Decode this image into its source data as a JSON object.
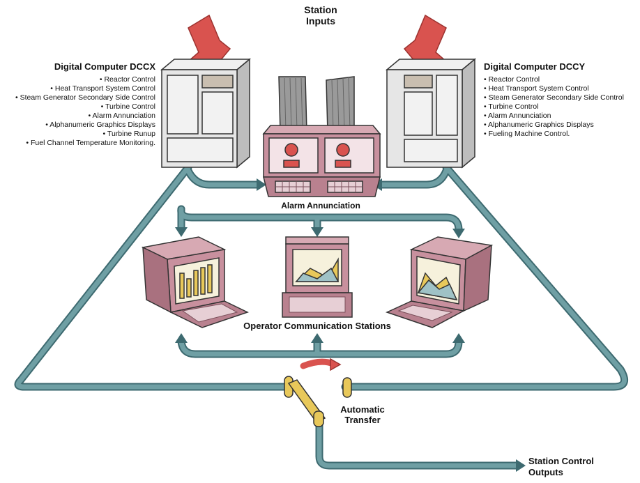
{
  "station_inputs": "Station\nInputs",
  "dccx": {
    "title": "Digital Computer DCCX",
    "items": [
      "• Reactor Control",
      "• Heat Transport  System Control",
      "• Steam Generator Secondary Side Control",
      "• Turbine Control",
      "• Alarm Annunciation",
      "• Alphanumeric Graphics Displays",
      "• Turbine Runup",
      "• Fuel Channel Temperature Monitoring."
    ]
  },
  "dccy": {
    "title": "Digital Computer DCCY",
    "items": [
      "• Reactor Control",
      "• Heat Transport  System Control",
      "• Steam Generator Secondary Side Control",
      "• Turbine Control",
      "• Alarm Annunciation",
      "• Alphanumeric Graphics Displays",
      "• Fueling Machine Control."
    ]
  },
  "alarm_label": "Alarm Annunciation",
  "operator_label": "Operator Communication Stations",
  "transfer_label": "Automatic\nTransfer",
  "outputs_label": "Station Control\nOutputs",
  "colors": {
    "pipe": "#5f8f94",
    "pipe_light": "#a9c8cb",
    "cabinet": "#e6e6e6",
    "terminal": "#c8909e",
    "arrow_red": "#d9534f",
    "switch": "#e8c85a"
  }
}
